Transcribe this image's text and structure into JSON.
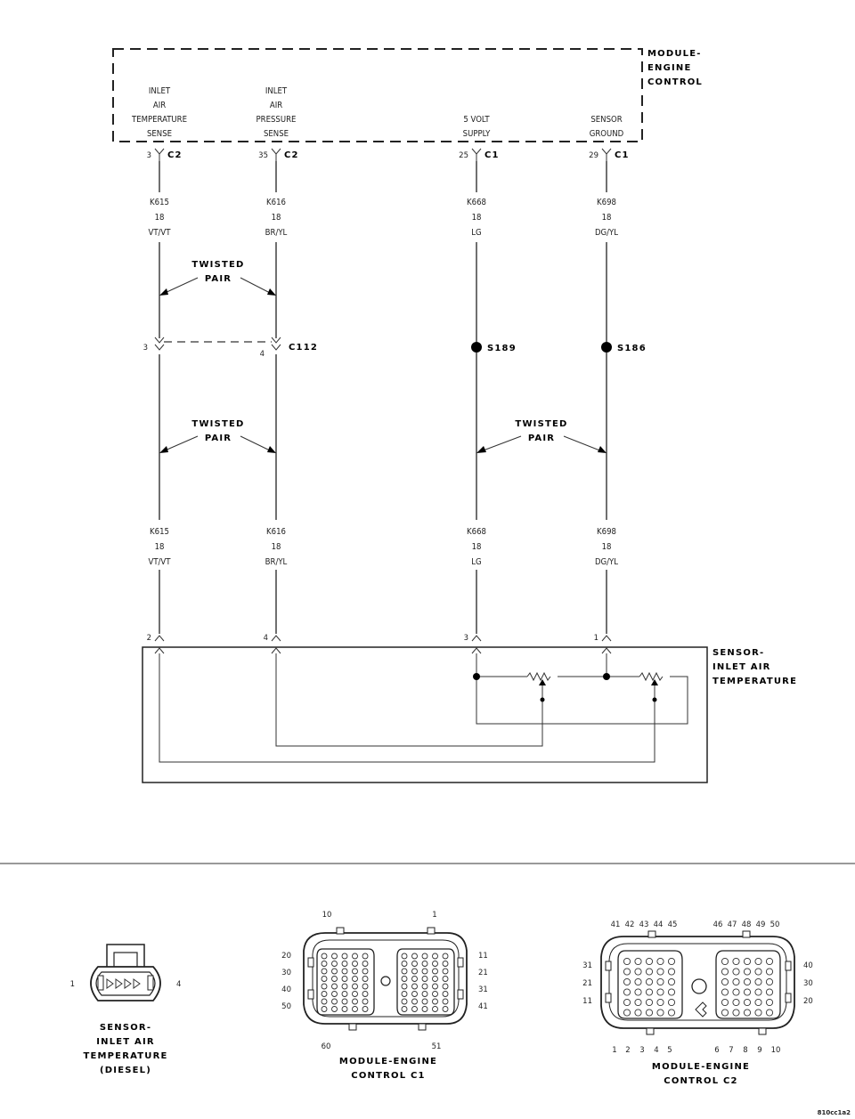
{
  "module": {
    "title_lines": [
      "MODULE-",
      "ENGINE",
      "CONTROL"
    ],
    "circuits": [
      {
        "func_lines": [
          "INLET",
          "AIR",
          "TEMPERATURE",
          "SENSE"
        ],
        "pin": "3",
        "conn": "C2"
      },
      {
        "func_lines": [
          "INLET",
          "AIR",
          "PRESSURE",
          "SENSE"
        ],
        "pin": "35",
        "conn": "C2"
      },
      {
        "func_lines": [
          "5 VOLT",
          "SUPPLY"
        ],
        "pin": "25",
        "conn": "C1"
      },
      {
        "func_lines": [
          "SENSOR",
          "GROUND"
        ],
        "pin": "29",
        "conn": "C1"
      }
    ]
  },
  "wires_top": [
    {
      "circuit": "K615",
      "gauge": "18",
      "color": "VT/VT"
    },
    {
      "circuit": "K616",
      "gauge": "18",
      "color": "BR/YL"
    },
    {
      "circuit": "K668",
      "gauge": "18",
      "color": "LG"
    },
    {
      "circuit": "K698",
      "gauge": "18",
      "color": "DG/YL"
    }
  ],
  "wires_bottom": [
    {
      "circuit": "K615",
      "gauge": "18",
      "color": "VT/VT"
    },
    {
      "circuit": "K616",
      "gauge": "18",
      "color": "BR/YL"
    },
    {
      "circuit": "K668",
      "gauge": "18",
      "color": "LG"
    },
    {
      "circuit": "K698",
      "gauge": "18",
      "color": "DG/YL"
    }
  ],
  "twisted_pair_lines": [
    "TWISTED",
    "PAIR"
  ],
  "inline_connector": {
    "name": "C112",
    "pin_left": "3",
    "pin_right": "4"
  },
  "splices": [
    "S189",
    "S186"
  ],
  "sensor": {
    "title_lines": [
      "SENSOR-",
      "INLET AIR",
      "TEMPERATURE"
    ],
    "pins": [
      "2",
      "4",
      "3",
      "1"
    ]
  },
  "connector_views": {
    "sensor": {
      "caption_lines": [
        "SENSOR-",
        "INLET AIR",
        "TEMPERATURE",
        "(DIESEL)"
      ],
      "pin_left": "1",
      "pin_right": "4"
    },
    "c1": {
      "caption_lines": [
        "MODULE-ENGINE",
        "CONTROL C1"
      ],
      "top_left": "10",
      "top_right": "1",
      "left_pins": [
        "20",
        "30",
        "40",
        "50"
      ],
      "right_pins": [
        "11",
        "21",
        "31",
        "41"
      ],
      "bottom_left": "60",
      "bottom_right": "51"
    },
    "c2": {
      "caption_lines": [
        "MODULE-ENGINE",
        "CONTROL C2"
      ],
      "top_pins_left": [
        "41",
        "42",
        "43",
        "44",
        "45"
      ],
      "top_pins_right": [
        "46",
        "47",
        "48",
        "49",
        "50"
      ],
      "left_pins": [
        "31",
        "21",
        "11"
      ],
      "right_pins": [
        "40",
        "30",
        "20"
      ],
      "bottom_pins_left": [
        "1",
        "2",
        "3",
        "4",
        "5"
      ],
      "bottom_pins_right": [
        "6",
        "7",
        "8",
        "9",
        "10"
      ]
    }
  },
  "figure_id": "810cc1a2"
}
